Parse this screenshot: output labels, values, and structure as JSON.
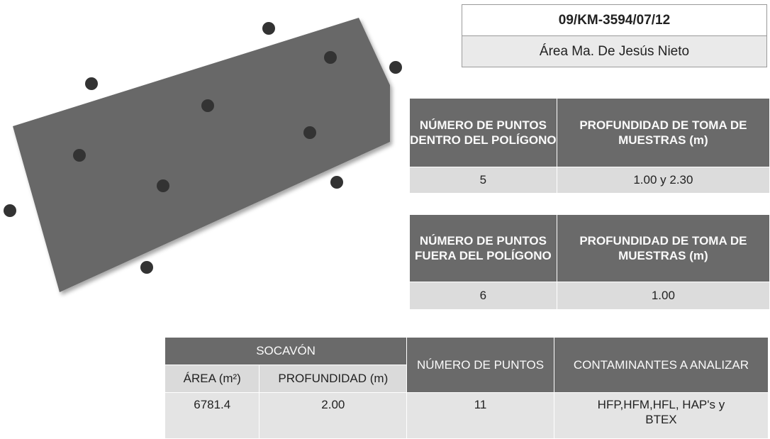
{
  "header": {
    "code": "09/KM-3594/07/12",
    "area_name": "Área Ma. De Jesús Nieto"
  },
  "inside_table": {
    "col1_header": "NÚMERO DE PUNTOS DENTRO DEL POLÍGONO",
    "col2_header": "PROFUNDIDAD DE TOMA DE MUESTRAS (m)",
    "points": "5",
    "depth": "1.00 y 2.30"
  },
  "outside_table": {
    "col1_header": "NÚMERO DE PUNTOS FUERA DEL POLÍGONO",
    "col2_header": "PROFUNDIDAD DE TOMA DE MUESTRAS (m)",
    "points": "6",
    "depth": "1.00"
  },
  "socavon_table": {
    "group_header": "SOCAVÓN",
    "area_header": "ÁREA (m²)",
    "depth_header": "PROFUNDIDAD (m)",
    "points_header": "NÚMERO DE PUNTOS",
    "contaminants_header": "CONTAMINANTES A ANALIZAR",
    "area": "6781.4",
    "depth": "2.00",
    "points": "11",
    "contaminants": "HFP,HFM,HFL, HAP's y BTEX"
  },
  "colors": {
    "polygon": "#676767",
    "point": "#333333",
    "header_bg": "#6a6a6a",
    "cell_bg": "#dcdcdc"
  }
}
